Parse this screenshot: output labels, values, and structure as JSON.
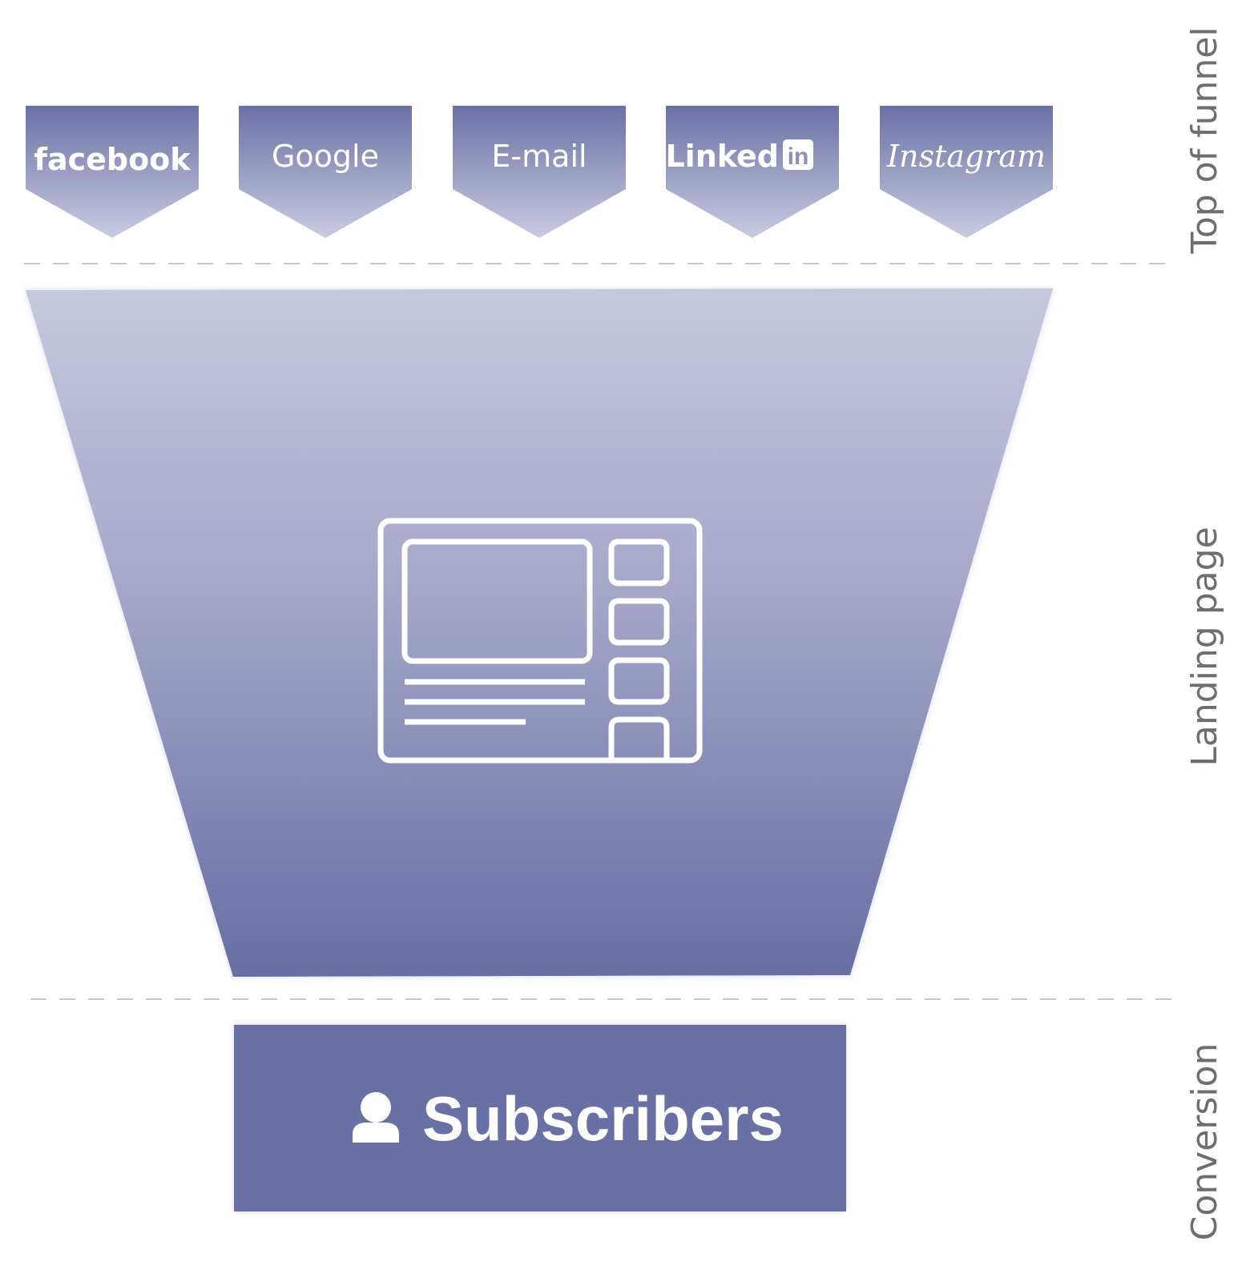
{
  "stages": {
    "top": "Top of funnel",
    "middle": "Landing page",
    "bottom": "Conversion"
  },
  "sources": [
    {
      "label": "facebook",
      "icon": "facebook-logo"
    },
    {
      "label": "Google",
      "icon": "google-logo"
    },
    {
      "label": "E-mail",
      "icon": "email-label"
    },
    {
      "label": "Linked",
      "icon": "linkedin-logo",
      "badge": "in"
    },
    {
      "label": "Instagram",
      "icon": "instagram-logo"
    }
  ],
  "landing_icon": "webpage-layout-icon",
  "conversion": {
    "label": "Subscribers",
    "icon": "user-icon"
  },
  "colors": {
    "primary": "#6870a6",
    "light": "#c6c8de",
    "stage_text": "#6e6e6e",
    "divider": "#c8c8c8"
  }
}
